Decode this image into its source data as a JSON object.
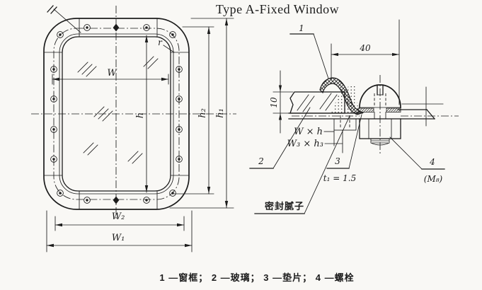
{
  "title": "Type A-Fixed Window",
  "caption": "1 —窗框； 2 —玻璃； 3 —垫片； 4 —螺栓",
  "colors": {
    "ink": "#1c1c1c",
    "paper": "#f9f8f5"
  },
  "front_view": {
    "dim_w": "W",
    "dim_h": "h",
    "dim_w1": "W₁",
    "dim_w2": "W₂",
    "dim_h1": "h₁",
    "dim_h2": "h₂",
    "corner_radius": "r"
  },
  "section_view": {
    "dim_width": "40",
    "dim_glass_thickness": "10",
    "glass_size": "W × h",
    "frame_opening_size": "W₃ × h₃",
    "gasket_thickness": "t₁ = 1.5",
    "bolt_thread": "(M₈)",
    "sealing_putty": "密封腻子",
    "callout_frame": "1",
    "callout_glass": "2",
    "callout_gasket": "3",
    "callout_bolt": "4"
  }
}
